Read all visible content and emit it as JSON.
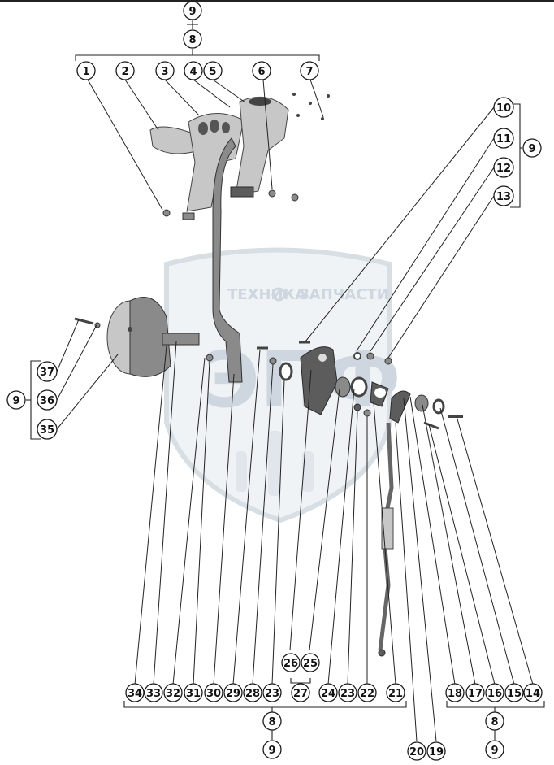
{
  "watermark": {
    "line1": "ТЕХНИКА",
    "line2": "ЗАПЧАСТИ",
    "logo": "ЭПФ"
  },
  "callouts": {
    "n1": "1",
    "n2": "2",
    "n3": "3",
    "n4": "4",
    "n5": "5",
    "n6": "6",
    "n7": "7",
    "n8": "8",
    "n9": "9",
    "n10": "10",
    "n11": "11",
    "n12": "12",
    "n13": "13",
    "n14": "14",
    "n15": "15",
    "n16": "16",
    "n17": "17",
    "n18": "18",
    "n19": "19",
    "n20": "20",
    "n21": "21",
    "n22": "22",
    "n23": "23",
    "n24": "24",
    "n25": "25",
    "n26": "26",
    "n27": "27",
    "n28": "28",
    "n29": "29",
    "n30": "30",
    "n31": "31",
    "n32": "32",
    "n33": "33",
    "n34": "34",
    "n35": "35",
    "n36": "36",
    "n37": "37"
  }
}
